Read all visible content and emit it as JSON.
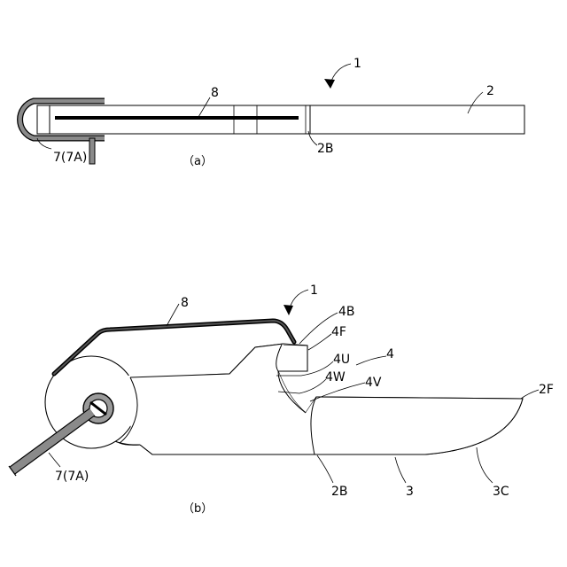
{
  "figure_a": {
    "caption": "（a）",
    "labels": {
      "l1": "1",
      "l2": "2",
      "l8": "8",
      "l2B": "2B",
      "l7": "7(7A)"
    }
  },
  "figure_b": {
    "caption": "（b）",
    "labels": {
      "l1": "1",
      "l8": "8",
      "l4B": "4B",
      "l4F": "4F",
      "l4U": "4U",
      "l4": "4",
      "l4W": "4W",
      "l4V": "4V",
      "l2F": "2F",
      "l7": "7(7A)",
      "l2B": "2B",
      "l3": "3",
      "l3C": "3C"
    }
  }
}
